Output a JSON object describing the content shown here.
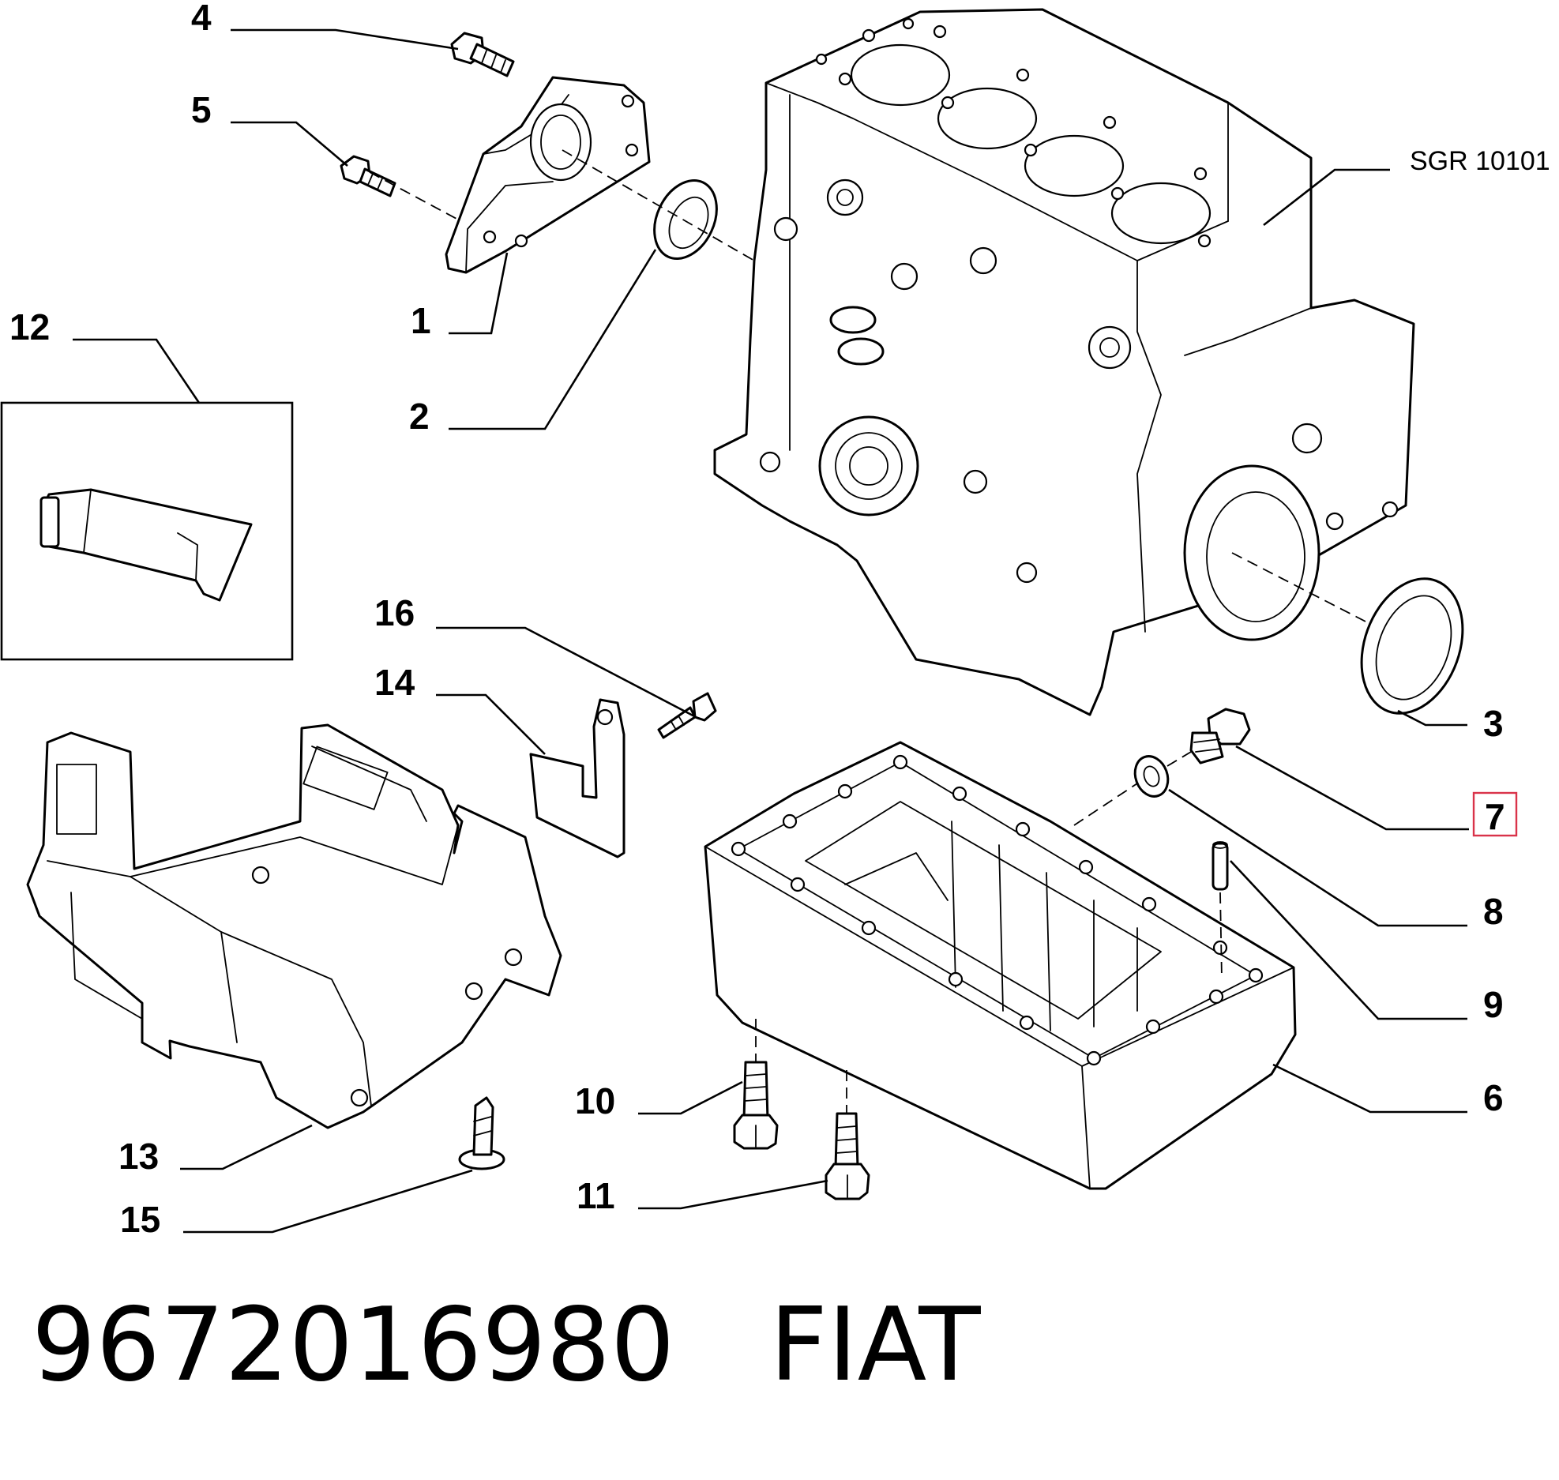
{
  "highlight_color": "#d9334a",
  "assembly_ref": "SGR 10101",
  "callouts": {
    "c1": "1",
    "c2": "2",
    "c3": "3",
    "c4": "4",
    "c5": "5",
    "c6": "6",
    "c7": "7",
    "c8": "8",
    "c9": "9",
    "c10": "10",
    "c11": "11",
    "c12": "12",
    "c13": "13",
    "c14": "14",
    "c15": "15",
    "c16": "16"
  },
  "highlighted_callout": "7",
  "footer": {
    "part_number": "9672016980",
    "brand": "FIAT"
  }
}
